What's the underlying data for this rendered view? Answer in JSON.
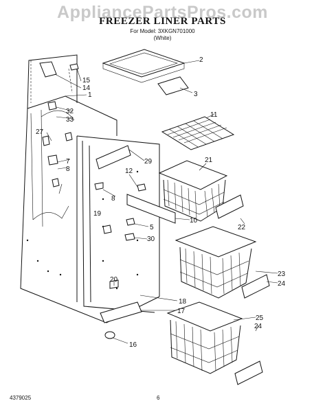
{
  "watermark": "AppliancePartsPros.com",
  "title": "FREEZER LINER PARTS",
  "model_line": "For Model: 3XKGN701000",
  "color_line": "(White)",
  "footer_left": "4379025",
  "footer_page": "6",
  "callouts": [
    "1",
    "2",
    "3",
    "5",
    "7",
    "8",
    "8",
    "10",
    "11",
    "12",
    "14",
    "15",
    "16",
    "17",
    "18",
    "19",
    "20",
    "21",
    "22",
    "23",
    "24",
    "24",
    "25",
    "27",
    "29",
    "30",
    "32",
    "33"
  ]
}
